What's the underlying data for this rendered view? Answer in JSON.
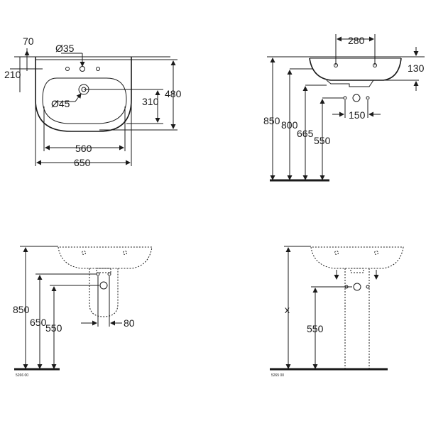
{
  "top_view": {
    "d_tap_hole": "Ø35",
    "d_waste": "Ø45",
    "dim_70": "70",
    "dim_210": "210",
    "dim_310": "310",
    "dim_480": "480",
    "dim_560": "560",
    "dim_650": "650"
  },
  "side_view": {
    "dim_280": "280",
    "dim_130": "130",
    "dim_850": "850",
    "dim_800": "800",
    "dim_665": "665",
    "dim_550": "550",
    "dim_150": "150"
  },
  "semi_pedestal_view": {
    "dim_850": "850",
    "dim_650": "650",
    "dim_550": "550",
    "dim_80": "80",
    "code": "5266 00"
  },
  "pedestal_view": {
    "dim_x": "x",
    "dim_550": "550",
    "code": "5265 00"
  }
}
